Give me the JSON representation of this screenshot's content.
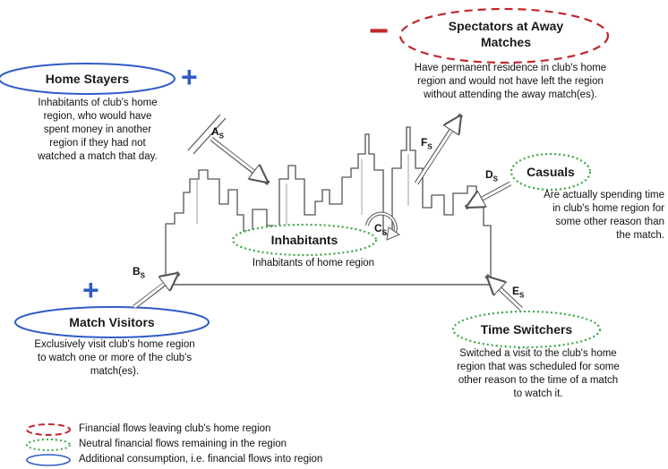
{
  "colors": {
    "leaving": "#c0282d",
    "neutral": "#3aa845",
    "inflow": "#2f5cc7",
    "outline": "#555555"
  },
  "nodes": {
    "home_stayers": {
      "title": "Home Stayers",
      "sign": "+",
      "desc_lines": [
        "Inhabitants of club's home",
        "region, who would have",
        "spent money in another",
        "region if they had not",
        "watched a match that day."
      ]
    },
    "spectators_away": {
      "title_lines": [
        "Spectators at Away",
        "Matches"
      ],
      "sign": "−",
      "desc_lines": [
        "Have permanent residence in club's home",
        "region and would not  have left the region",
        "without attending the away match(es)."
      ]
    },
    "casuals": {
      "title": "Casuals",
      "desc_lines": [
        "Are actually spending time",
        "in club's home region for",
        "some other reason than",
        "the match."
      ]
    },
    "inhabitants": {
      "title": "Inhabitants",
      "desc": "Inhabitants of home region"
    },
    "match_visitors": {
      "title": "Match Visitors",
      "sign": "+",
      "desc_lines": [
        "Exclusively visit club's home region",
        "to watch one or more of the club's",
        "match(es)."
      ]
    },
    "time_switchers": {
      "title": "Time Switchers",
      "desc_lines": [
        "Switched a visit to the club's home",
        "region that was scheduled for some",
        "other reason to the time of a match",
        "to watch it."
      ]
    }
  },
  "flows": {
    "a": {
      "letter": "A",
      "sub": "S"
    },
    "b": {
      "letter": "B",
      "sub": "S"
    },
    "c": {
      "letter": "C",
      "sub": "S"
    },
    "d": {
      "letter": "D",
      "sub": "S"
    },
    "e": {
      "letter": "E",
      "sub": "S"
    },
    "f": {
      "letter": "F",
      "sub": "S"
    }
  },
  "legend": [
    {
      "style": "leaving",
      "text": "Financial flows leaving club's home region"
    },
    {
      "style": "neutral",
      "text": "Neutral financial flows remaining in the region"
    },
    {
      "style": "inflow",
      "text": "Additional consumption, i.e. financial flows into region"
    }
  ]
}
